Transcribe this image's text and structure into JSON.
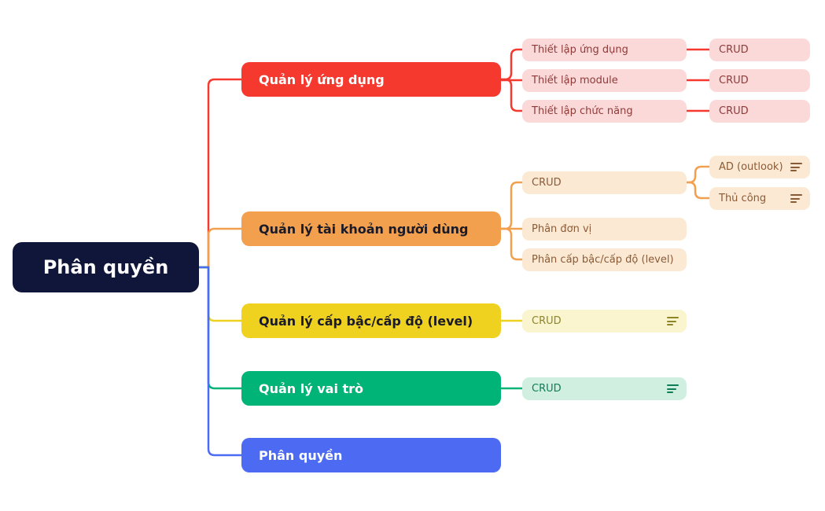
{
  "diagram_title": "Phân quyền",
  "root": {
    "label": "Phân quyền",
    "bg": "#10163a",
    "fg": "#ffffff"
  },
  "branches": [
    {
      "label": "Quản lý ứng dụng",
      "color": "#f5392e",
      "node_fg": "#ffffff",
      "child_bg": "#fcd9d9",
      "child_fg": "#8f3a38",
      "children": [
        {
          "label": "Thiết lập ứng dụng",
          "children": [
            {
              "label": "CRUD"
            }
          ]
        },
        {
          "label": "Thiết lập module",
          "children": [
            {
              "label": "CRUD"
            }
          ]
        },
        {
          "label": "Thiết lập chức năng",
          "children": [
            {
              "label": "CRUD"
            }
          ]
        }
      ]
    },
    {
      "label": "Quản lý tài khoản người dùng",
      "color": "#f2a04e",
      "node_fg": "#1a1a28",
      "child_bg": "#fce9d4",
      "child_fg": "#8a5b36",
      "children": [
        {
          "label": "CRUD",
          "children": [
            {
              "label": "AD (outlook)",
              "icon": "notes-icon"
            },
            {
              "label": "Thủ công",
              "icon": "notes-icon"
            }
          ]
        },
        {
          "label": "Phân đơn vị"
        },
        {
          "label": "Phân cấp bậc/cấp độ (level)"
        }
      ]
    },
    {
      "label": "Quản lý cấp bậc/cấp độ (level)",
      "color": "#efd11f",
      "node_fg": "#1a1a28",
      "child_bg": "#faf4cf",
      "child_fg": "#8d8527",
      "children": [
        {
          "label": "CRUD",
          "icon": "notes-icon"
        }
      ]
    },
    {
      "label": "Quản lý vai trò",
      "color": "#00b376",
      "node_fg": "#ffffff",
      "child_bg": "#d0efe1",
      "child_fg": "#0c7d57",
      "children": [
        {
          "label": "CRUD",
          "icon": "notes-icon"
        }
      ]
    },
    {
      "label": "Phân quyền",
      "color": "#4c6bf2",
      "node_fg": "#ffffff",
      "children": []
    }
  ]
}
